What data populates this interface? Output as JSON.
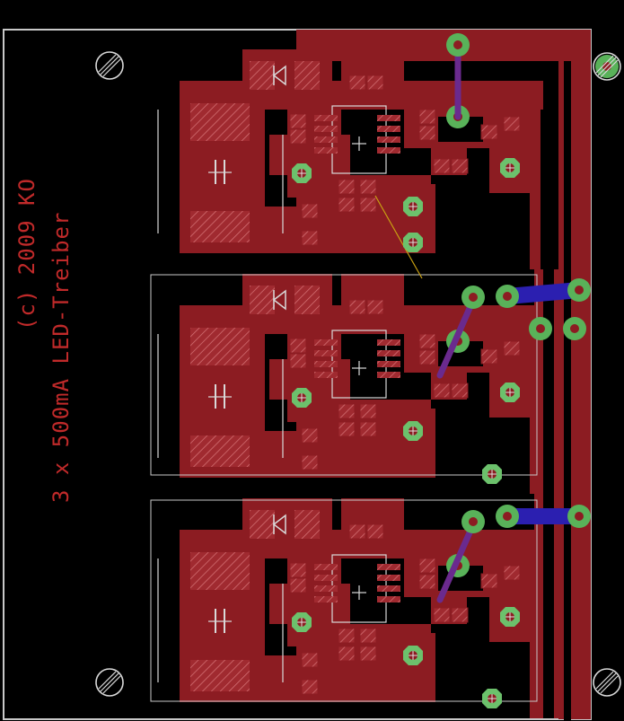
{
  "labels": {
    "copyright": "(c) 2009 KO",
    "description": "3 x 500mA LED-Treiber"
  },
  "colors": {
    "background": "#000000",
    "copper_top": "#8c1c22",
    "copper_hatch": "#d8767a",
    "pad": "#6cc16c",
    "via_ring": "#59b259",
    "silkscreen": "#d9d9d9",
    "outline": "#c8c8c8",
    "bottom_trace": "#2b1fb0",
    "bottom_trace_alt": "#6a2a8e",
    "airwire": "#c8a012",
    "text": "#c12a2a"
  },
  "board": {
    "channels": 3,
    "mounting_holes": 4
  }
}
